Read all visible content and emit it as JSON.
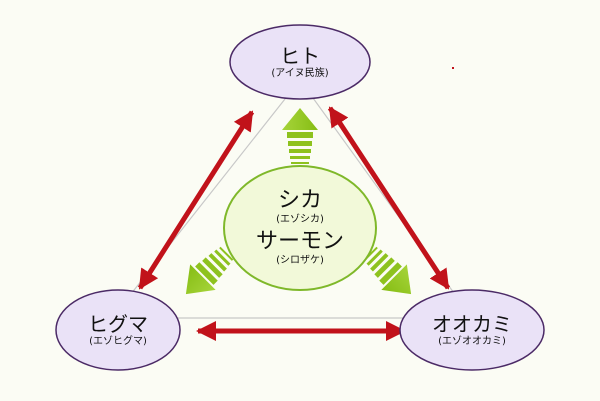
{
  "nodes": {
    "top": {
      "name": "ヒト",
      "sub": "(アイヌ民族)"
    },
    "left": {
      "name": "ヒグマ",
      "sub": "(エゾヒグマ)"
    },
    "right": {
      "name": "オオカミ",
      "sub": "(エゾオオカミ)"
    }
  },
  "center": {
    "name1": "シカ",
    "sub1": "(エゾシカ)",
    "name2": "サーモン",
    "sub2": "(シロザケ)"
  },
  "colors": {
    "background": "#fbfcf4",
    "ellipse_fill": "#eae2f7",
    "ellipse_stroke": "#4b2a66",
    "center_fill": "#f2f9d9",
    "center_stroke": "#7fb82a",
    "arrow_red": "#c1121a",
    "arrow_green": "#8ec21e"
  }
}
